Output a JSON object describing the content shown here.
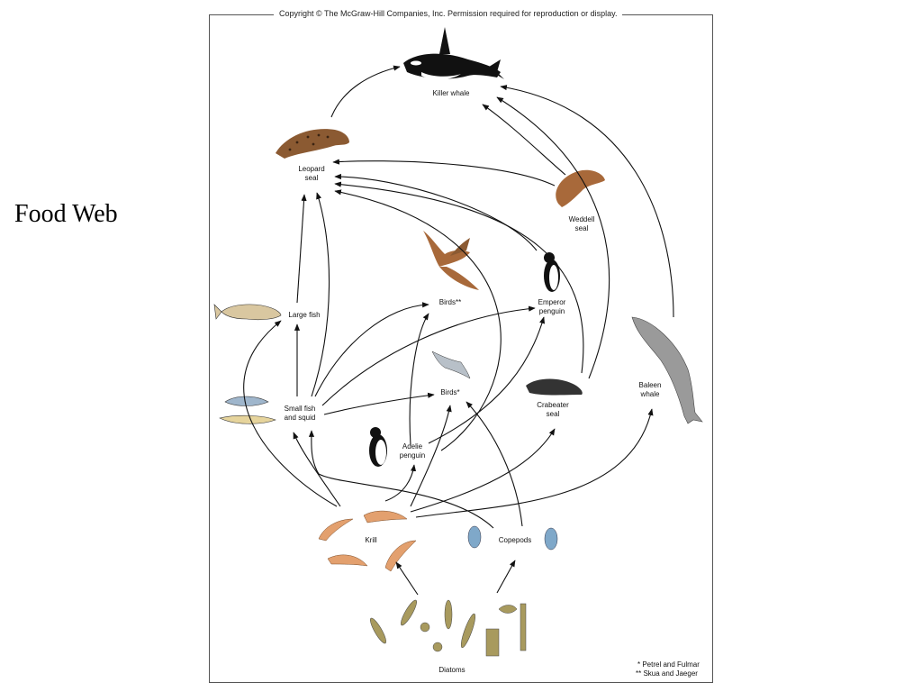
{
  "slide": {
    "title": "Food Web"
  },
  "figure": {
    "copyright": "Copyright © The McGraw-Hill Companies, Inc. Permission required for reproduction or display.",
    "nodes": {
      "killer_whale": "Killer whale",
      "leopard_seal_1": "Leopard",
      "leopard_seal_2": "seal",
      "weddell_seal_1": "Weddell",
      "weddell_seal_2": "seal",
      "birds_skua": "Birds**",
      "emperor_penguin_1": "Emperor",
      "emperor_penguin_2": "penguin",
      "large_fish": "Large fish",
      "birds_petrel": "Birds*",
      "crabeater_seal_1": "Crabeater",
      "crabeater_seal_2": "seal",
      "baleen_whale_1": "Baleen",
      "baleen_whale_2": "whale",
      "small_fish_1": "Small fish",
      "small_fish_2": "and squid",
      "adelie_penguin_1": "Adelie",
      "adelie_penguin_2": "penguin",
      "krill": "Krill",
      "copepods": "Copepods",
      "diatoms": "Diatoms"
    },
    "footnotes": {
      "single": "* Petrel and Fulmar",
      "double": "** Skua and Jaeger"
    },
    "colors": {
      "seal_brown": "#8b5a32",
      "bird_brown": "#a8693a",
      "fish_tan": "#d9c7a0",
      "baleen_gray": "#9a9a9a",
      "copepod_blue": "#7fa8c9",
      "krill_orange": "#e3a06e",
      "diatom_olive": "#a89a5e"
    }
  }
}
